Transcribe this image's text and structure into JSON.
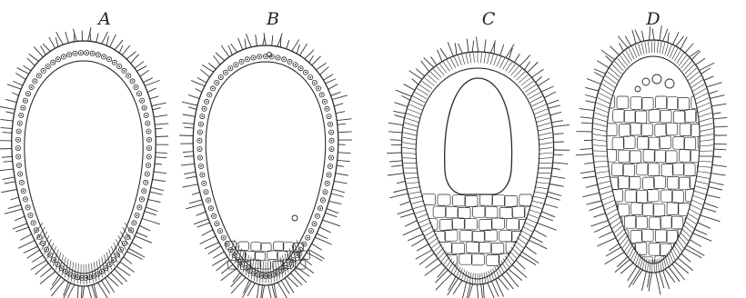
{
  "figures": [
    {
      "id": "A",
      "label": "A"
    },
    {
      "id": "B",
      "label": "B"
    },
    {
      "id": "C",
      "label": "C"
    },
    {
      "id": "D",
      "label": "D"
    }
  ],
  "colors": {
    "ink": "#2a2a2a",
    "cilia": "#333333",
    "background": "#ffffff"
  }
}
